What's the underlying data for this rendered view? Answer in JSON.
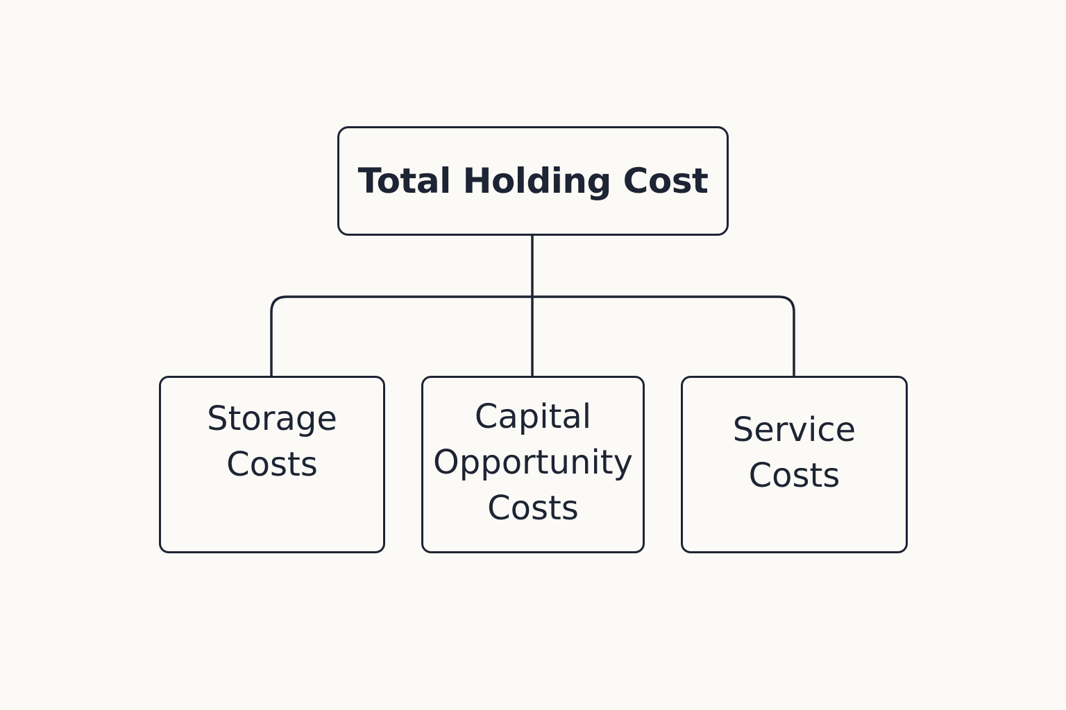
{
  "diagram": {
    "root": {
      "label": "Total Holding Cost"
    },
    "children": [
      {
        "label": "Storage\nCosts"
      },
      {
        "label": "Capital\nOpportunity\nCosts"
      },
      {
        "label": "Service\nCosts"
      }
    ],
    "colors": {
      "background": "#fbfaf7",
      "stroke": "#1d2433",
      "text": "#1d2433"
    }
  }
}
